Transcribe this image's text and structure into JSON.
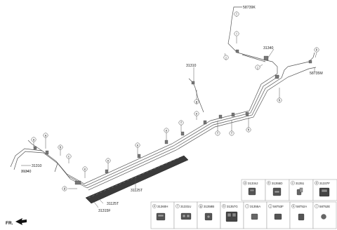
{
  "callout_letters": [
    "a",
    "b",
    "c",
    "d",
    "e",
    "f",
    "g",
    "h",
    "i",
    "j",
    "k"
  ],
  "part_labels": {
    "p58739K": "58739K",
    "p31340_top": "31340",
    "p58735M": "58735M",
    "p31310_mid": "31310",
    "p31310_left": "31310",
    "p31340_left": "31340",
    "p31125T_a": "31125T",
    "p31125T_b": "31125T",
    "p31315F": "31315F"
  },
  "direction_label": "FR.",
  "legend": {
    "row1": [
      {
        "letter": "a",
        "code": "31334J"
      },
      {
        "letter": "b",
        "code": "31355D"
      },
      {
        "letter": "c",
        "code": "31351"
      },
      {
        "letter": "d",
        "code": "31337F"
      }
    ],
    "row2": [
      {
        "letter": "e",
        "code": "31360H"
      },
      {
        "letter": "f",
        "code": "31331U"
      },
      {
        "letter": "g",
        "code": "31358B"
      },
      {
        "letter": "h",
        "code": "31357G"
      },
      {
        "letter": "i",
        "code": "31355A"
      },
      {
        "letter": "j",
        "code": "58753F"
      },
      {
        "letter": "k",
        "code": "58752A"
      },
      {
        "letter": "l",
        "code": "58752E"
      }
    ]
  },
  "colors": {
    "line": "#555555",
    "part": "#666666",
    "dark": "#3a3a3a"
  }
}
